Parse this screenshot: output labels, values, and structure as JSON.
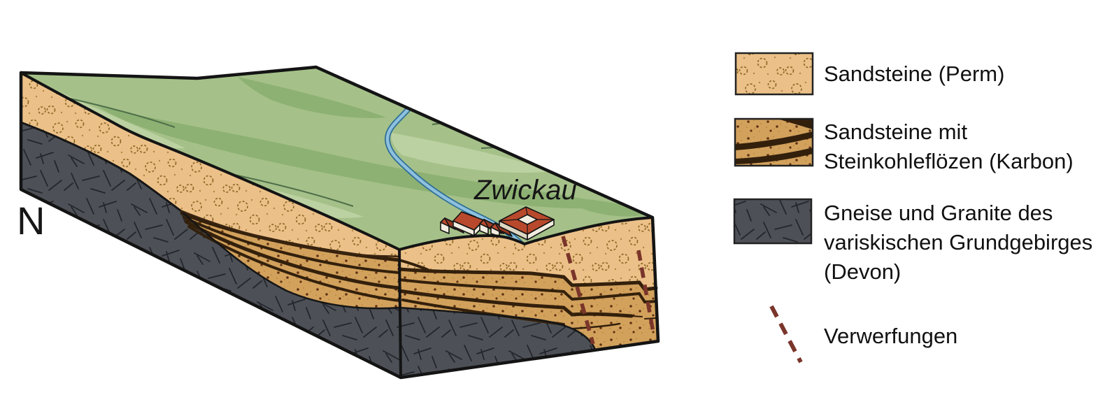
{
  "diagram": {
    "north_label": "N",
    "city_label": "Zwickau"
  },
  "legend": {
    "items": [
      {
        "swatch": "perm-sandstone-swatch",
        "label": "Sandsteine (Perm)"
      },
      {
        "swatch": "karbon-coal-swatch",
        "label": "Sandsteine mit\nSteinkohleflözen (Karbon)"
      },
      {
        "swatch": "gneiss-granite-swatch",
        "label": "Gneise und Granite des\nvariskischen Grundgebirges\n(Devon)"
      },
      {
        "swatch": "fault-line-symbol",
        "label": "Verwerfungen"
      }
    ]
  },
  "colors": {
    "perm_sandstone": "#ecc189",
    "perm_circle": "#8f6a28",
    "karbon_sandstone": "#d2a15c",
    "coal_seam": "#33200c",
    "basement_gray": "#4d5157",
    "basement_scratch": "#23262b",
    "surface_green": "#a5c189",
    "surface_green_dark": "#8db173",
    "surface_green_light": "#bcd1a1",
    "contour_line": "#4f6f49",
    "river_blue": "#8ec1de",
    "river_edge": "#2f6e96",
    "fault_maroon": "#7a352a",
    "roof_red": "#b9492c",
    "roof_red_dark": "#993a22",
    "wall_white": "#f2ede0",
    "outline_black": "#141414"
  }
}
